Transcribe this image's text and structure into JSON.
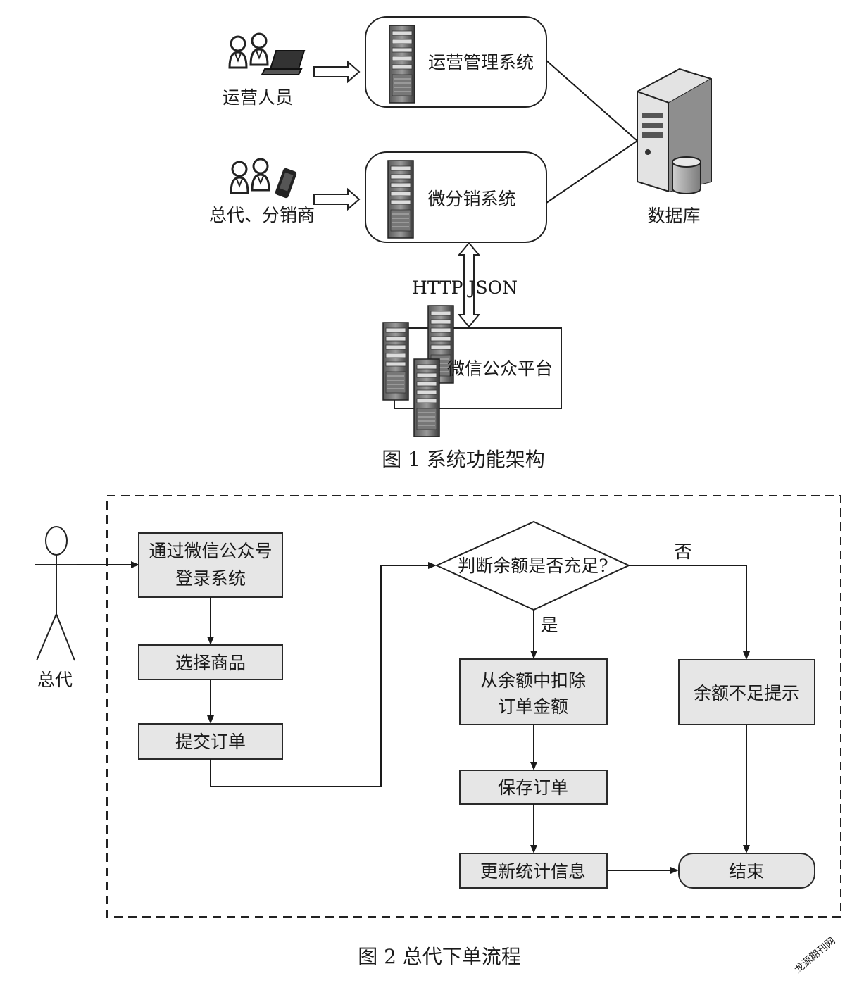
{
  "figure1": {
    "caption": "图 1   系统功能架构",
    "operators_label": "运营人员",
    "agents_label": "总代、分销商",
    "ops_system_label": "运营管理系统",
    "micro_system_label": "微分销系统",
    "database_label": "数据库",
    "protocol_label": "HTTP  JSON",
    "wechat_platform_label": "微信公众平台",
    "icons": [
      "users-icon",
      "laptop-icon",
      "phone-icon",
      "server-icon",
      "database-server-icon",
      "server-cluster-icon"
    ]
  },
  "figure2": {
    "caption": "图 2   总代下单流程",
    "actor_label": "总代",
    "steps": {
      "login_line1": "通过微信公众号",
      "login_line2": "登录系统",
      "select": "选择商品",
      "submit": "提交订单",
      "decision": "判断余额是否充足?",
      "yes": "是",
      "no": "否",
      "deduct_line1": "从余额中扣除",
      "deduct_line2": "订单金额",
      "save": "保存订单",
      "update": "更新统计信息",
      "insufficient": "余额不足提示",
      "end": "结束"
    }
  },
  "watermark": "龙源期刊网"
}
